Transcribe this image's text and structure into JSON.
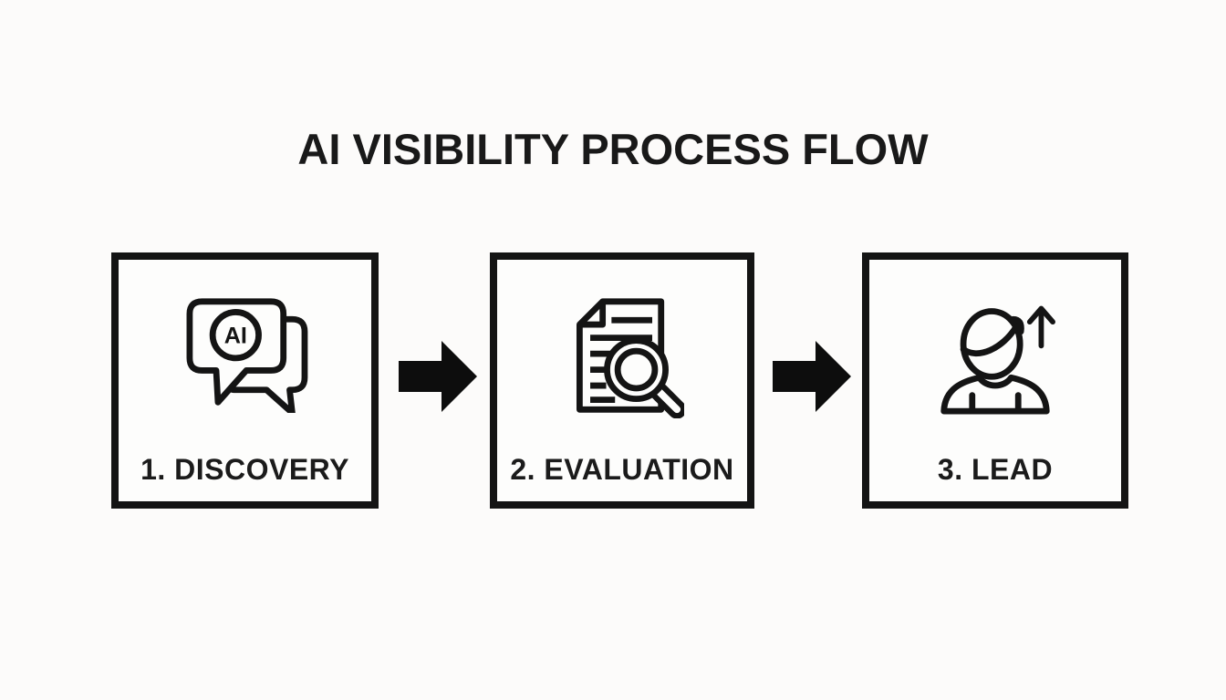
{
  "title": "AI VISIBILITY PROCESS FLOW",
  "steps": [
    {
      "label": "1. DISCOVERY",
      "icon": "ai-chat-bubbles-icon"
    },
    {
      "label": "2. EVALUATION",
      "icon": "document-magnifier-icon"
    },
    {
      "label": "3. LEAD",
      "icon": "person-rising-arrow-icon"
    }
  ],
  "ai_badge": "AI",
  "colors": {
    "background": "#fcfbfa",
    "box_background": "#fdfdfc",
    "line": "#141414",
    "arrow": "#0d0d0d",
    "text": "#1b1b1b"
  }
}
